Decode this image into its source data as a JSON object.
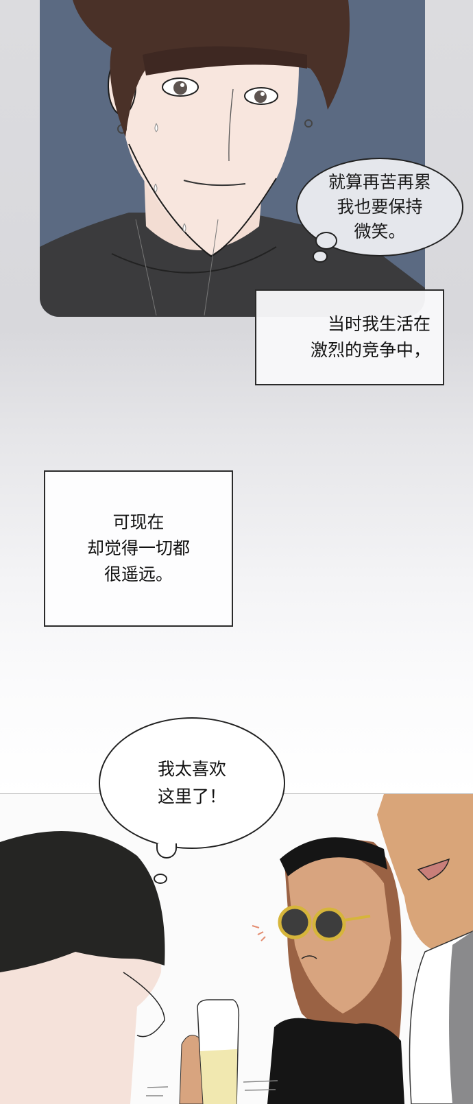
{
  "panels": [
    {
      "id": "panel-1",
      "description": "Close-up of smiling sweaty young man with brown hair, dark t-shirt, earrings, blue-grey background",
      "thought_bubble": {
        "lines": [
          "就算再苦再累",
          "我也要保持",
          "微笑。"
        ]
      }
    }
  ],
  "captions": [
    {
      "lines": [
        "当时我生活在",
        "激烈的竞争中，"
      ]
    },
    {
      "lines": [
        "可现在",
        "却觉得一切都",
        "很遥远。"
      ]
    }
  ],
  "panel2": {
    "description": "Party scene: dark-haired man holding champagne glass, woman in yellow round sunglasses and black headband, tanned laughing man at right",
    "speech_bubble": {
      "lines": [
        "我太喜欢",
        "这里了！"
      ]
    }
  },
  "colors": {
    "panel1_bg": "#5b6a82",
    "hair_brown": "#4a3128",
    "skin": "#f6e3da",
    "shirt_dark": "#3b3b3d",
    "sunglasses_frame": "#d6b53b",
    "woman_hair": "#9a6244",
    "tan_skin": "#d9a579"
  }
}
